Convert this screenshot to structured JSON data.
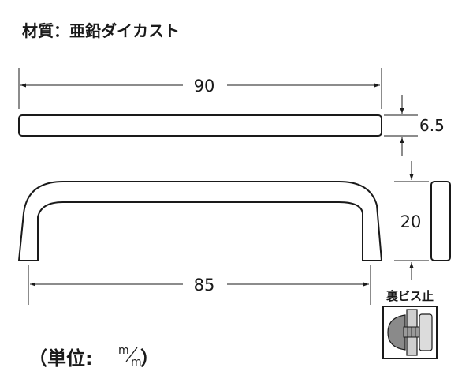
{
  "material_label": "材質：亜鉛ダイカスト",
  "dimensions": {
    "top_length": "90",
    "thickness": "6.5",
    "height": "20",
    "bottom_length": "85"
  },
  "mounting_label": "裏ビス止",
  "unit": {
    "prefix": "（単位:",
    "num": "m",
    "den": "m",
    "suffix": "）"
  }
}
